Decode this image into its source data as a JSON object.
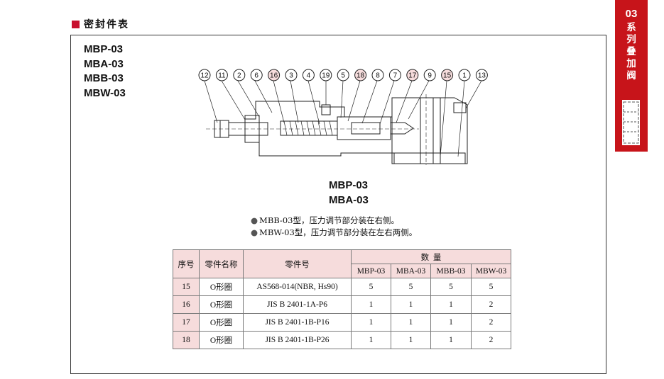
{
  "section": {
    "title": "密封件表"
  },
  "models": [
    "MBP-03",
    "MBA-03",
    "MBB-03",
    "MBW-03"
  ],
  "drawing": {
    "callouts": [
      {
        "label": "12",
        "highlight": false
      },
      {
        "label": "11",
        "highlight": false
      },
      {
        "label": "2",
        "highlight": false
      },
      {
        "label": "6",
        "highlight": false
      },
      {
        "label": "16",
        "highlight": true
      },
      {
        "label": "3",
        "highlight": false
      },
      {
        "label": "4",
        "highlight": false
      },
      {
        "label": "19",
        "highlight": false
      },
      {
        "label": "5",
        "highlight": false
      },
      {
        "label": "18",
        "highlight": true
      },
      {
        "label": "8",
        "highlight": false
      },
      {
        "label": "7",
        "highlight": false
      },
      {
        "label": "17",
        "highlight": true
      },
      {
        "label": "9",
        "highlight": false
      },
      {
        "label": "15",
        "highlight": true
      },
      {
        "label": "1",
        "highlight": false
      },
      {
        "label": "13",
        "highlight": false
      }
    ],
    "figure_labels": [
      "MBP-03",
      "MBA-03"
    ]
  },
  "notes": [
    "MBB-03型，压力调节部分装在右侧。",
    "MBW-03型，压力调节部分装在左右两侧。"
  ],
  "table": {
    "headers": {
      "no": "序号",
      "name": "零件名称",
      "part": "零件号",
      "qty": "数  量"
    },
    "qty_columns": [
      "MBP-03",
      "MBA-03",
      "MBB-03",
      "MBW-03"
    ],
    "rows": [
      {
        "no": "15",
        "name": "O形圈",
        "part": "AS568-014(NBR, Hs90)",
        "q1": "5",
        "q2": "5",
        "q3": "5",
        "q4": "5"
      },
      {
        "no": "16",
        "name": "O形圈",
        "part": "JIS B 2401-1A-P6",
        "q1": "1",
        "q2": "1",
        "q3": "1",
        "q4": "2"
      },
      {
        "no": "17",
        "name": "O形圈",
        "part": "JIS B 2401-1B-P16",
        "q1": "1",
        "q2": "1",
        "q3": "1",
        "q4": "2"
      },
      {
        "no": "18",
        "name": "O形圈",
        "part": "JIS B 2401-1B-P26",
        "q1": "1",
        "q2": "1",
        "q3": "1",
        "q4": "2"
      }
    ]
  },
  "side_tab": {
    "number": "03",
    "chars": [
      "系",
      "列",
      "叠",
      "加",
      "阀"
    ]
  },
  "colors": {
    "accent": "#c7141a",
    "highlight": "#f6dcdc"
  }
}
